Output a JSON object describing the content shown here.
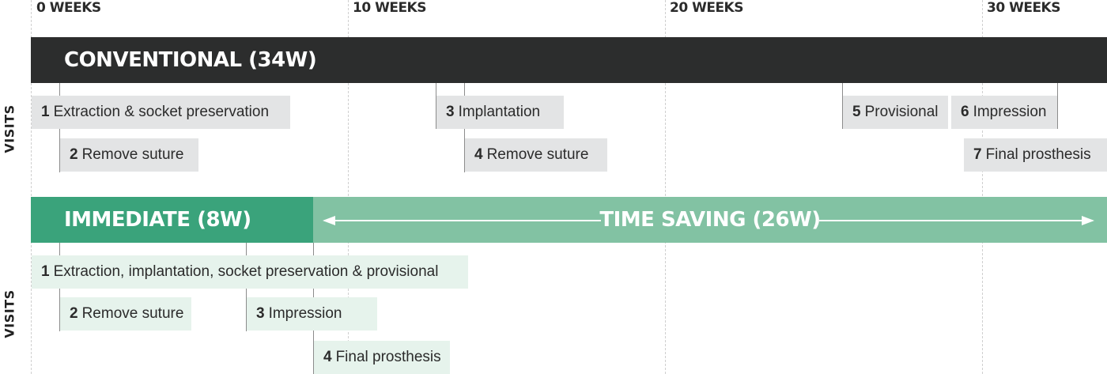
{
  "week_axis": {
    "labels": [
      "0 WEEKS",
      "10 WEEKS",
      "20 WEEKS",
      "30 WEEKS"
    ]
  },
  "visits_label": "VISITS",
  "conventional": {
    "title": "CONVENTIONAL (34W)",
    "color": "#2c2d2d",
    "visits": [
      {
        "num": "1",
        "label": "Extraction & socket preservation"
      },
      {
        "num": "2",
        "label": "Remove suture"
      },
      {
        "num": "3",
        "label": "Implantation"
      },
      {
        "num": "4",
        "label": "Remove suture"
      },
      {
        "num": "5",
        "label": "Provisional"
      },
      {
        "num": "6",
        "label": "Impression"
      },
      {
        "num": "7",
        "label": "Final prosthesis"
      }
    ]
  },
  "immediate": {
    "title": "IMMEDIATE (8W)",
    "color": "#3aa37b",
    "visits": [
      {
        "num": "1",
        "label": "Extraction, implantation, socket preservation & provisional"
      },
      {
        "num": "2",
        "label": "Remove suture"
      },
      {
        "num": "3",
        "label": "Impression"
      },
      {
        "num": "4",
        "label": "Final prosthesis"
      }
    ]
  },
  "time_saving": {
    "title": "TIME SAVING (26W)",
    "color": "#82c2a3"
  }
}
